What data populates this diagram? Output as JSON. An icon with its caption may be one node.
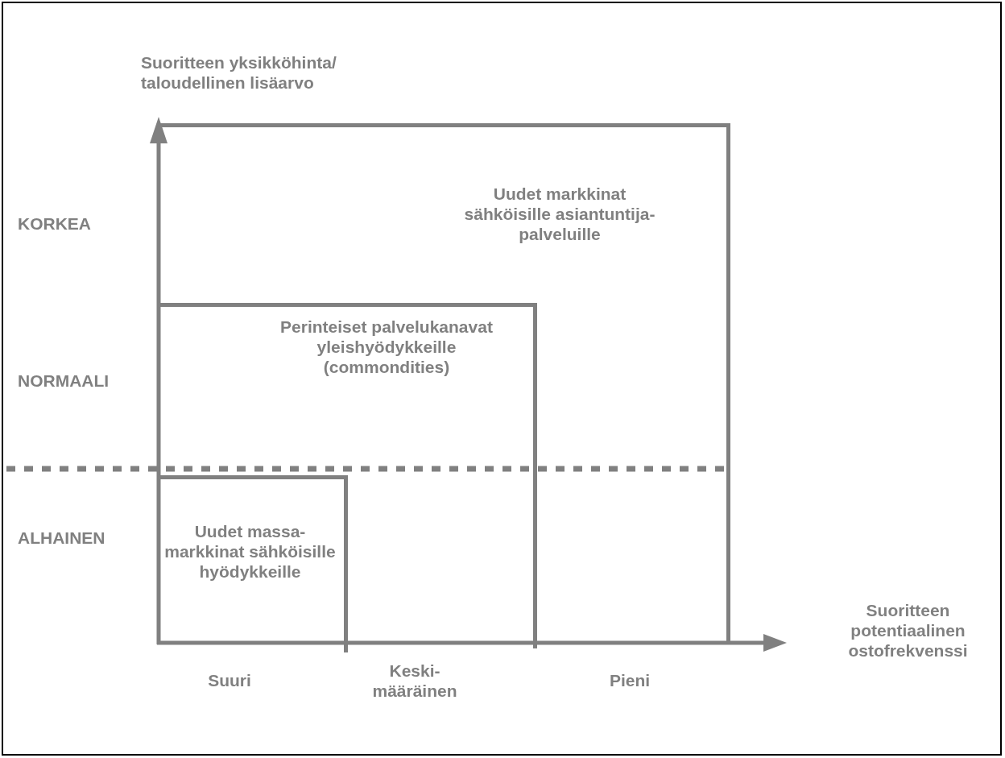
{
  "diagram": {
    "nodes": [
      {
        "text": [
          "Uudet markkinat sähköisille asiantuntija- palveluille"
        ]
      },
      {
        "text": [
          "Perinteiset palvelukanavat yleishyödykkeille (commondities)"
        ],
        "in": 0
      },
      {
        "text": [
          "Uudet massa- markkinat sähköisille hyödykkeille"
        ],
        "in": 1
      }
    ],
    "labels": [
      "Suoritteen yksikköhinta/ taloudellinen lisäarvo",
      "KORKEA",
      "NORMAALI",
      "ALHAINEN",
      "Suoritteen potentiaalinen ostofrekvenssi",
      "Suuri",
      "Keski- määräinen",
      "Pieni"
    ]
  }
}
